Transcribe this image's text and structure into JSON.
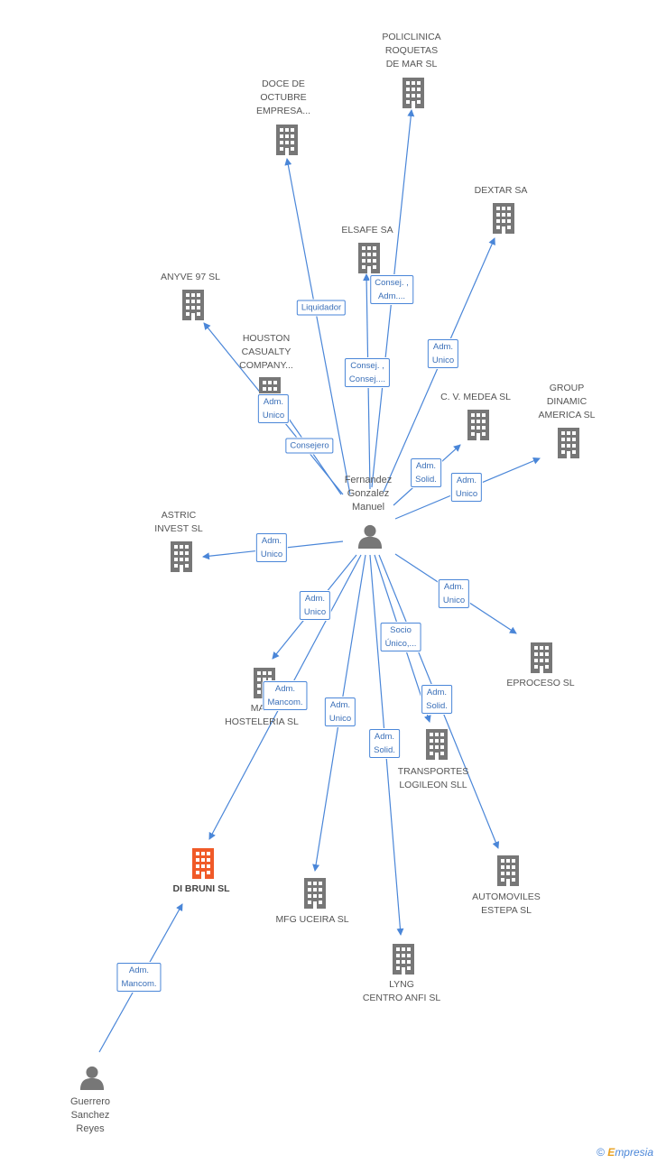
{
  "colors": {
    "edge": "#4a86d8",
    "building": "#777777",
    "building_main": "#f05a28",
    "person": "#777777"
  },
  "center": {
    "label": "Fernandez\nGonzalez\nManuel"
  },
  "person2": {
    "label": "Guerrero\nSanchez\nReyes"
  },
  "companies": [
    {
      "key": "policlinica",
      "label": "POLICLINICA\nROQUETAS\nDE MAR SL"
    },
    {
      "key": "doce",
      "label": "DOCE DE\nOCTUBRE\nEMPRESA..."
    },
    {
      "key": "dextar",
      "label": "DEXTAR SA"
    },
    {
      "key": "elsafe",
      "label": "ELSAFE SA"
    },
    {
      "key": "anyve",
      "label": "ANYVE 97 SL"
    },
    {
      "key": "houston",
      "label": "HOUSTON\nCASUALTY\nCOMPANY..."
    },
    {
      "key": "medea",
      "label": "C. V. MEDEA SL"
    },
    {
      "key": "group",
      "label": "GROUP\nDINAMIC\nAMERICA SL"
    },
    {
      "key": "astric",
      "label": "ASTRIC\nINVEST SL"
    },
    {
      "key": "eproceso",
      "label": "EPROCESO SL"
    },
    {
      "key": "ma",
      "label": "MA...\nHOSTELERIA SL"
    },
    {
      "key": "transportes",
      "label": "TRANSPORTES\nLOGILEON SLL"
    },
    {
      "key": "dibruni",
      "label": "DI BRUNI SL"
    },
    {
      "key": "mfg",
      "label": "MFG UCEIRA SL"
    },
    {
      "key": "automoviles",
      "label": "AUTOMOVILES\nESTEPA SL"
    },
    {
      "key": "lyng",
      "label": "LYNG\nCENTRO ANFI SL"
    }
  ],
  "edge_labels": [
    {
      "key": "doce",
      "label": "Liquidador"
    },
    {
      "key": "policlinica",
      "label": "Consej. ,\nAdm...."
    },
    {
      "key": "elsafe",
      "label": "Consej. ,\nConsej...."
    },
    {
      "key": "dextar",
      "label": "Adm.\nUnico"
    },
    {
      "key": "anyve",
      "label": "Adm.\nUnico"
    },
    {
      "key": "houston",
      "label": "Consejero"
    },
    {
      "key": "medea",
      "label": "Adm.\nSolid."
    },
    {
      "key": "group",
      "label": "Adm.\nUnico"
    },
    {
      "key": "astric",
      "label": "Adm.\nUnico"
    },
    {
      "key": "eproceso",
      "label": "Adm.\nUnico"
    },
    {
      "key": "ma",
      "label": "Adm.\nUnico"
    },
    {
      "key": "dibruni",
      "label": "Adm.\nMancom."
    },
    {
      "key": "transportes_socio",
      "label": "Socio\nÚnico,..."
    },
    {
      "key": "automoviles",
      "label": "Adm.\nSolid."
    },
    {
      "key": "mfg",
      "label": "Adm.\nUnico"
    },
    {
      "key": "lyng",
      "label": "Adm.\nSolid."
    },
    {
      "key": "dibruni2",
      "label": "Adm.\nMancom."
    }
  ],
  "footer": {
    "copyright": "©",
    "brand_first": "E",
    "brand_rest": "mpresia"
  }
}
